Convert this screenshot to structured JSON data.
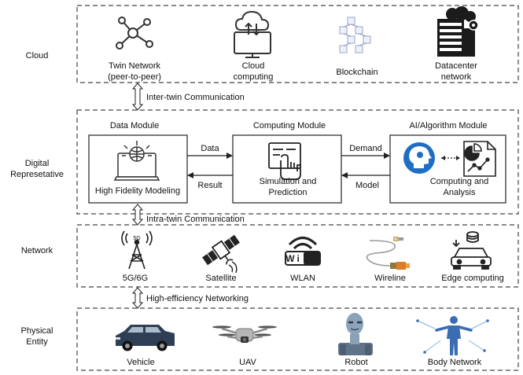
{
  "layers": {
    "cloud": "Cloud",
    "digital_line1": "Digital",
    "digital_line2": "Represetative",
    "network": "Network",
    "physical_line1": "Physical",
    "physical_line2": "Entity"
  },
  "cloud_items": {
    "twin_line1": "Twin Network",
    "twin_line2": "(peer-to-peer)",
    "cloud_line1": "Cloud",
    "cloud_line2": "computing",
    "blockchain": "Blockchain",
    "datacenter_line1": "Datacenter",
    "datacenter_line2": "network"
  },
  "links": {
    "inter_twin": "Inter-twin Communication",
    "intra_twin": "Intra-twin Communication",
    "high_efficiency": "High-efficiency Networking"
  },
  "modules": {
    "data_title": "Data Module",
    "computing_title": "Computing Module",
    "ai_title": "AI/Algorithm Module",
    "hfm": "High Fidelity Modeling",
    "sim_line1": "Simulation and",
    "sim_line2": "Prediction",
    "ca_line1": "Computing and",
    "ca_line2": "Analysis"
  },
  "flows": {
    "data": "Data",
    "result": "Result",
    "demand": "Demand",
    "model": "Model"
  },
  "network_items": {
    "g5g6": "5G/6G",
    "satellite": "Satellite",
    "wlan": "WLAN",
    "wifi_text": "Wi Fi",
    "wireline": "Wireline",
    "edge": "Edge computing",
    "antenna_tag": "5G"
  },
  "physical_items": {
    "vehicle": "Vehicle",
    "uav": "UAV",
    "robot": "Robot",
    "body": "Body Network"
  },
  "colors": {
    "line": "#222222",
    "dash": "#444444",
    "ai_blue": "#1e6fc4",
    "car": "#2e3f55",
    "robot": "#6a7f95",
    "body": "#3b6db3"
  }
}
